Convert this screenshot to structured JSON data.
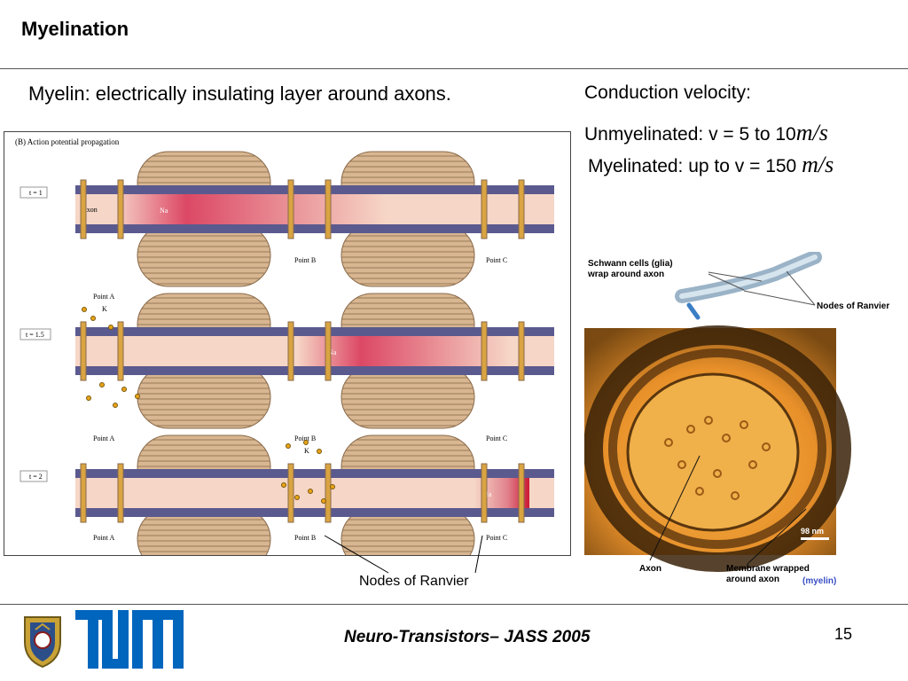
{
  "slide": {
    "title": "Myelination",
    "subtitle": "Myelin: electrically insulating layer around axons.",
    "conduction": {
      "heading": "Conduction velocity:",
      "unmyelinated": "Unmyelinated: v = 5 to 10",
      "myelinated": "Myelinated: up to v = 150",
      "unit": "m/s"
    },
    "callout": "Nodes of Ranvier",
    "footer": {
      "title": "Neuro-Transistors– JASS 2005",
      "page": "15"
    }
  },
  "figure_left": {
    "heading": "(B)   Action potential propagation",
    "axon_label": "Axon",
    "na": "Na",
    "k": "K",
    "plus": "+",
    "rows": [
      {
        "time": "t = 1",
        "points": [
          "Point A",
          "Point B",
          "Point C"
        ]
      },
      {
        "time": "t = 1.5",
        "points": [
          "Point A",
          "Point B",
          "Point C"
        ]
      },
      {
        "time": "t = 2",
        "points": [
          "Point A",
          "Point B",
          "Point C"
        ]
      }
    ]
  },
  "figure_right": {
    "schwann_label_1": "Schwann cells (glia)",
    "schwann_label_2": "wrap around axon",
    "nodes_label": "Nodes of Ranvier",
    "scale": "98 nm",
    "axon_label": "Axon",
    "membrane_label_1": "Membrane wrapped",
    "membrane_label_2": "around axon",
    "myelin_label": "(myelin)"
  },
  "colors": {
    "myelin_label": "#3a4fc4",
    "tum_blue": "#0065bd",
    "membrane": "#5b5a8f",
    "sheath": "#d7b691"
  }
}
